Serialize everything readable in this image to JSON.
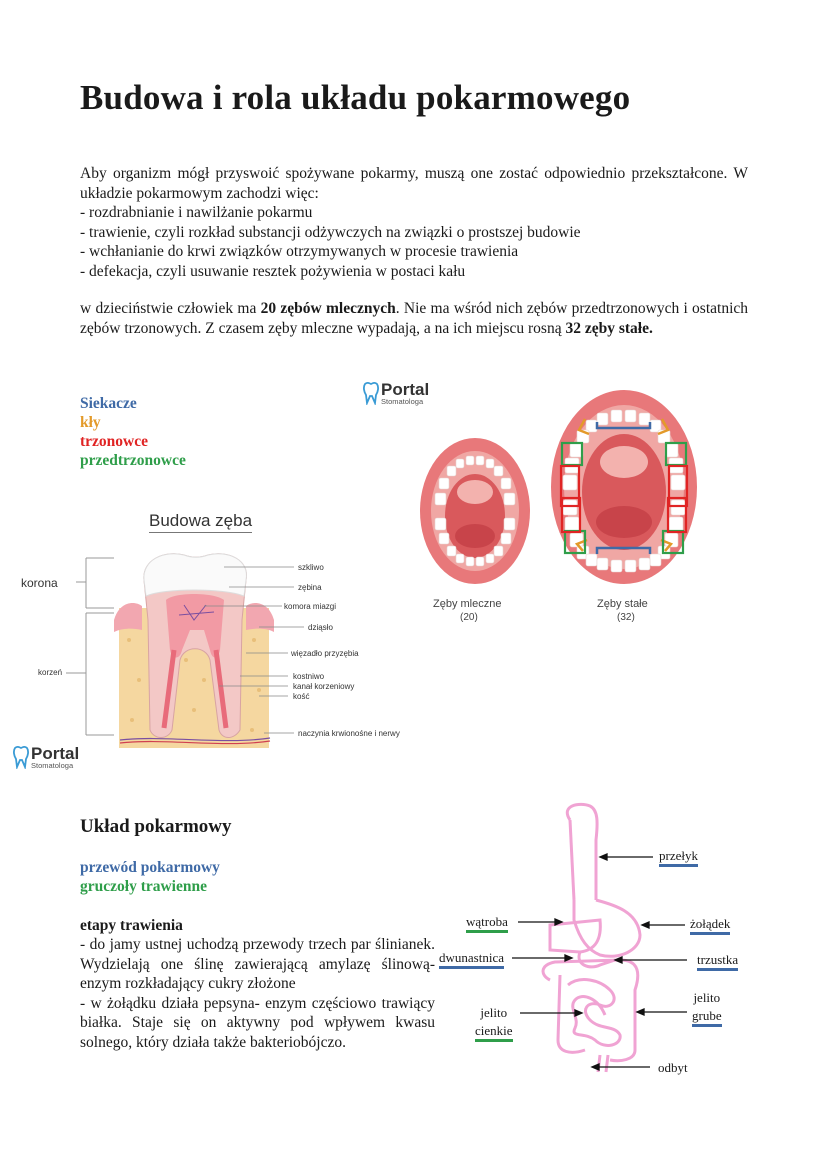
{
  "title": "Budowa i rola układu pokarmowego",
  "intro": {
    "text": "Aby organizm mógł przyswoić spożywane pokarmy, muszą one zostać odpowiednio przekształcone. W układzie pokarmowym zachodzi więc:",
    "bullets": [
      "- rozdrabnianie i nawilżanie pokarmu",
      "- trawienie, czyli rozkład substancji odżywczych  na związki o prostszej budowie",
      "- wchłanianie do krwi związków otrzymywanych w procesie trawienia",
      "- defekacja, czyli  usuwanie resztek pożywienia w postaci kału"
    ]
  },
  "teeth_para": {
    "part1": "w dzieciństwie człowiek ma ",
    "bold1": "20 zębów mlecznych",
    "part2": ". Nie ma wśród nich zębów przedtrzonowych i ostatnich zębów trzonowych. Z czasem zęby mleczne wypadają, a na ich miejscu rosną ",
    "bold2": "32 zęby stałe."
  },
  "legend": [
    {
      "label": "Siekacze",
      "color": "#3f6aa6"
    },
    {
      "label": "kły",
      "color": "#e39a2a"
    },
    {
      "label": "trzonowce",
      "color": "#e02424"
    },
    {
      "label": "przedtrzonowce",
      "color": "#2f9e4a"
    }
  ],
  "logo": {
    "name": "Portal",
    "sub": "Stomatologa"
  },
  "tooth": {
    "title": "Budowa zęba",
    "korona": "korona",
    "korzen": "korzeń",
    "labels": [
      "szkliwo",
      "zębina",
      "komora miazgi",
      "dziąsło",
      "więzadło przyzębia",
      "kostniwo",
      "kanał korzeniowy",
      "kość",
      "naczynia krwionośne i nerwy"
    ]
  },
  "mouths": {
    "milk_label": "Zęby mleczne",
    "milk_count": "(20)",
    "perm_label": "Zęby stałe",
    "perm_count": "(32)"
  },
  "digestive": {
    "heading": "Układ pokarmowy",
    "przewod": "przewód pokarmowy",
    "gruczoly": "gruczoły trawienne",
    "etapy_title": "etapy trawienia",
    "etapy_text1": "- do jamy ustnej uchodzą przewody trzech par ślinianek. Wydzielają one ślinę zawierającą amylazę ślinową- enzym rozkładający cukry złożone",
    "etapy_text2": "- w żołądku działa pepsyna- enzym częściowo trawiący białka. Staje się on aktywny pod wpływem kwasu solnego, który działa także bakteriobójczo.",
    "labels": {
      "przelyk": "przełyk",
      "watroba": "wątroba",
      "zoladek": "żołądek",
      "dwunastnica": "dwunastnica",
      "trzustka": "trzustka",
      "jelito_c1": "jelito",
      "jelito_c2": "cienkie",
      "jelito_g1": "jelito",
      "jelito_g2": "grube",
      "odbyt": "odbyt"
    }
  }
}
